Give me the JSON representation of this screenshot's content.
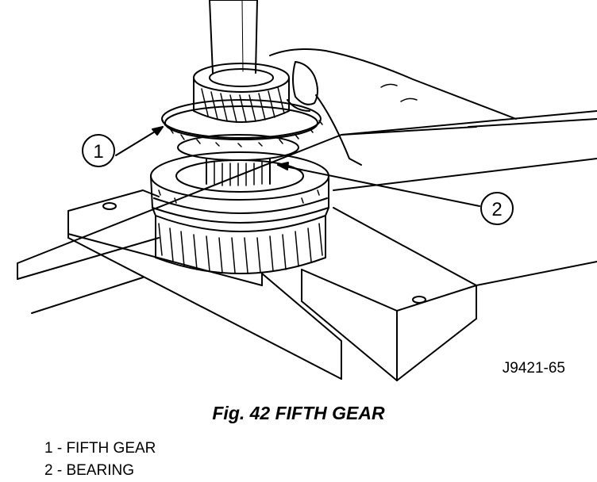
{
  "figure": {
    "code": "J9421-65",
    "callouts": [
      {
        "number": "1"
      },
      {
        "number": "2"
      }
    ]
  },
  "caption": "Fig. 42 FIFTH GEAR",
  "legend": [
    "1 - FIFTH GEAR",
    "2 - BEARING"
  ]
}
